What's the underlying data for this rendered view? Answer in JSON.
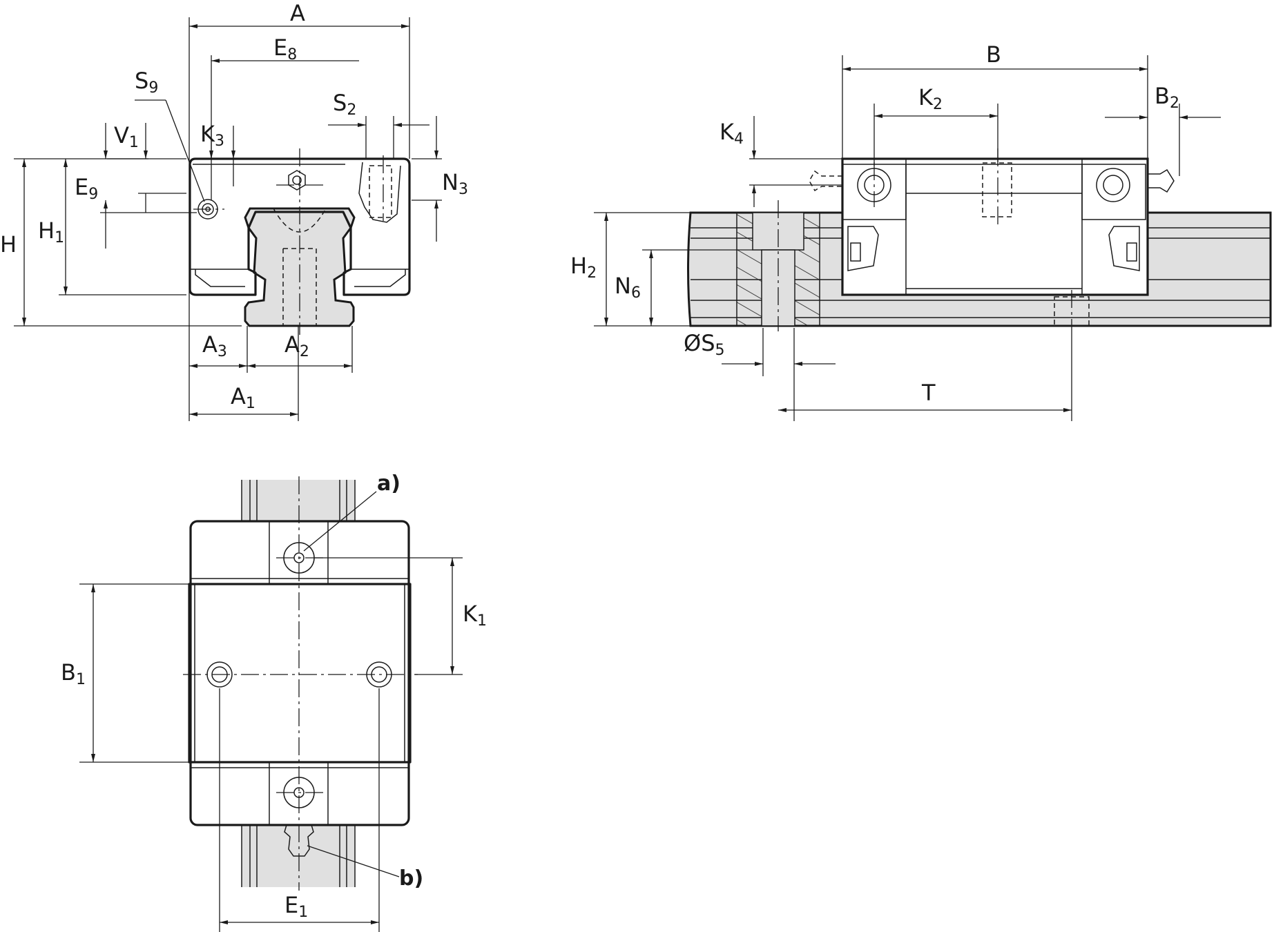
{
  "dimensions": {
    "A": "A",
    "E8": "E",
    "E8_sub": "8",
    "S9": "S",
    "S9_sub": "9",
    "S2": "S",
    "S2_sub": "2",
    "V1": "V",
    "V1_sub": "1",
    "K3": "K",
    "K3_sub": "3",
    "N3": "N",
    "N3_sub": "3",
    "E9": "E",
    "E9_sub": "9",
    "H": "H",
    "H1": "H",
    "H1_sub": "1",
    "A3": "A",
    "A3_sub": "3",
    "A2": "A",
    "A2_sub": "2",
    "A1": "A",
    "A1_sub": "1",
    "B": "B",
    "K2": "K",
    "K2_sub": "2",
    "B2": "B",
    "B2_sub": "2",
    "K4": "K",
    "K4_sub": "4",
    "H2": "H",
    "H2_sub": "2",
    "N6": "N",
    "N6_sub": "6",
    "S5": "ØS",
    "S5_sub": "5",
    "T": "T",
    "K1": "K",
    "K1_sub": "1",
    "B1": "B",
    "B1_sub": "1",
    "E1": "E",
    "E1_sub": "1"
  },
  "annotations": {
    "a": "a)",
    "b": "b)"
  }
}
